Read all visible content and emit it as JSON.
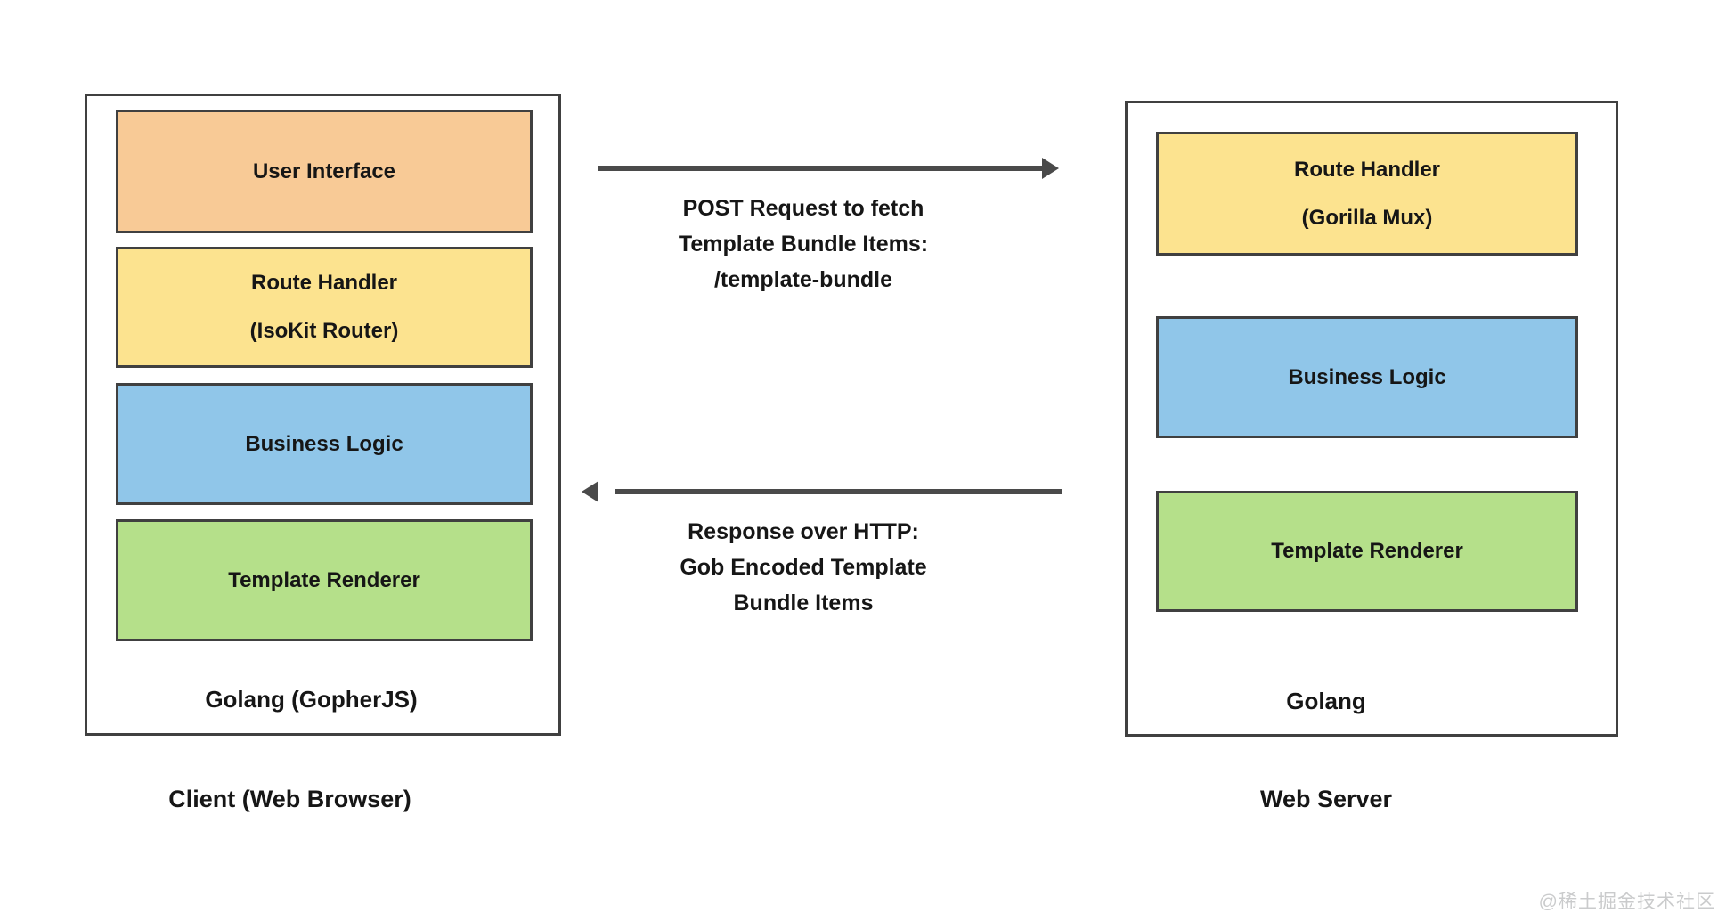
{
  "client": {
    "caption": "Client (Web Browser)",
    "platform": "Golang (GopherJS)",
    "boxes": {
      "user_interface": {
        "label": "User Interface",
        "color": "#F8CA96"
      },
      "route_handler": {
        "label": "Route Handler",
        "sublabel": "(IsoKit Router)",
        "color": "#FCE38F"
      },
      "business_logic": {
        "label": "Business Logic",
        "color": "#90C6E9"
      },
      "template_renderer": {
        "label": "Template Renderer",
        "color": "#B5E08A"
      }
    }
  },
  "server": {
    "caption": "Web Server",
    "platform": "Golang",
    "boxes": {
      "route_handler": {
        "label": "Route Handler",
        "sublabel": "(Gorilla Mux)",
        "color": "#FCE38F"
      },
      "business_logic": {
        "label": "Business Logic",
        "color": "#90C6E9"
      },
      "template_renderer": {
        "label": "Template Renderer",
        "color": "#B5E08A"
      }
    }
  },
  "arrows": {
    "request": {
      "direction": "right",
      "line1": "POST Request to fetch",
      "line2": "Template Bundle Items:",
      "line3": "/template-bundle"
    },
    "response": {
      "direction": "left",
      "line1": "Response over HTTP:",
      "line2": "Gob Encoded Template",
      "line3": "Bundle Items"
    }
  },
  "colors": {
    "border": "#404040",
    "arrow": "#4A4A4A",
    "background": "#FFFFFF",
    "orange": "#F8CA96",
    "yellow": "#FCE38F",
    "blue": "#90C6E9",
    "green": "#B5E08A",
    "watermark_gray": "#CACBCC"
  },
  "watermark": {
    "text": "@稀土掘金技术社区"
  }
}
